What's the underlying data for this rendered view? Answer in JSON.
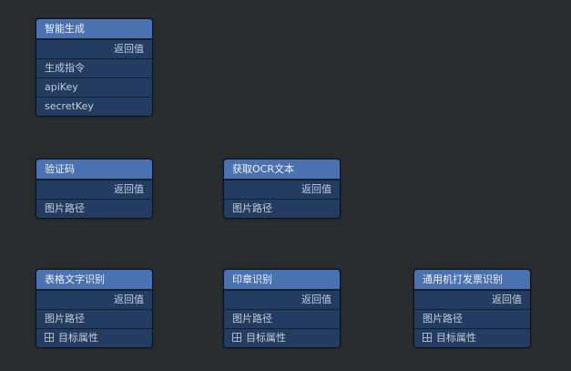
{
  "nodes": [
    {
      "title": "智能生成",
      "output": "返回值",
      "inputs": [
        "生成指令",
        "apiKey",
        "secretKey"
      ]
    },
    {
      "title": "验证码",
      "output": "返回值",
      "inputs": [
        "图片路径"
      ]
    },
    {
      "title": "获取OCR文本",
      "output": "返回值",
      "inputs": [
        "图片路径"
      ]
    },
    {
      "title": "表格文字识别",
      "output": "返回值",
      "inputs": [
        "图片路径"
      ],
      "expandable": "目标属性"
    },
    {
      "title": "印章识别",
      "output": "返回值",
      "inputs": [
        "图片路径"
      ],
      "expandable": "目标属性"
    },
    {
      "title": "通用机打发票识别",
      "output": "返回值",
      "inputs": [
        "图片路径"
      ],
      "expandable": "目标属性"
    }
  ]
}
